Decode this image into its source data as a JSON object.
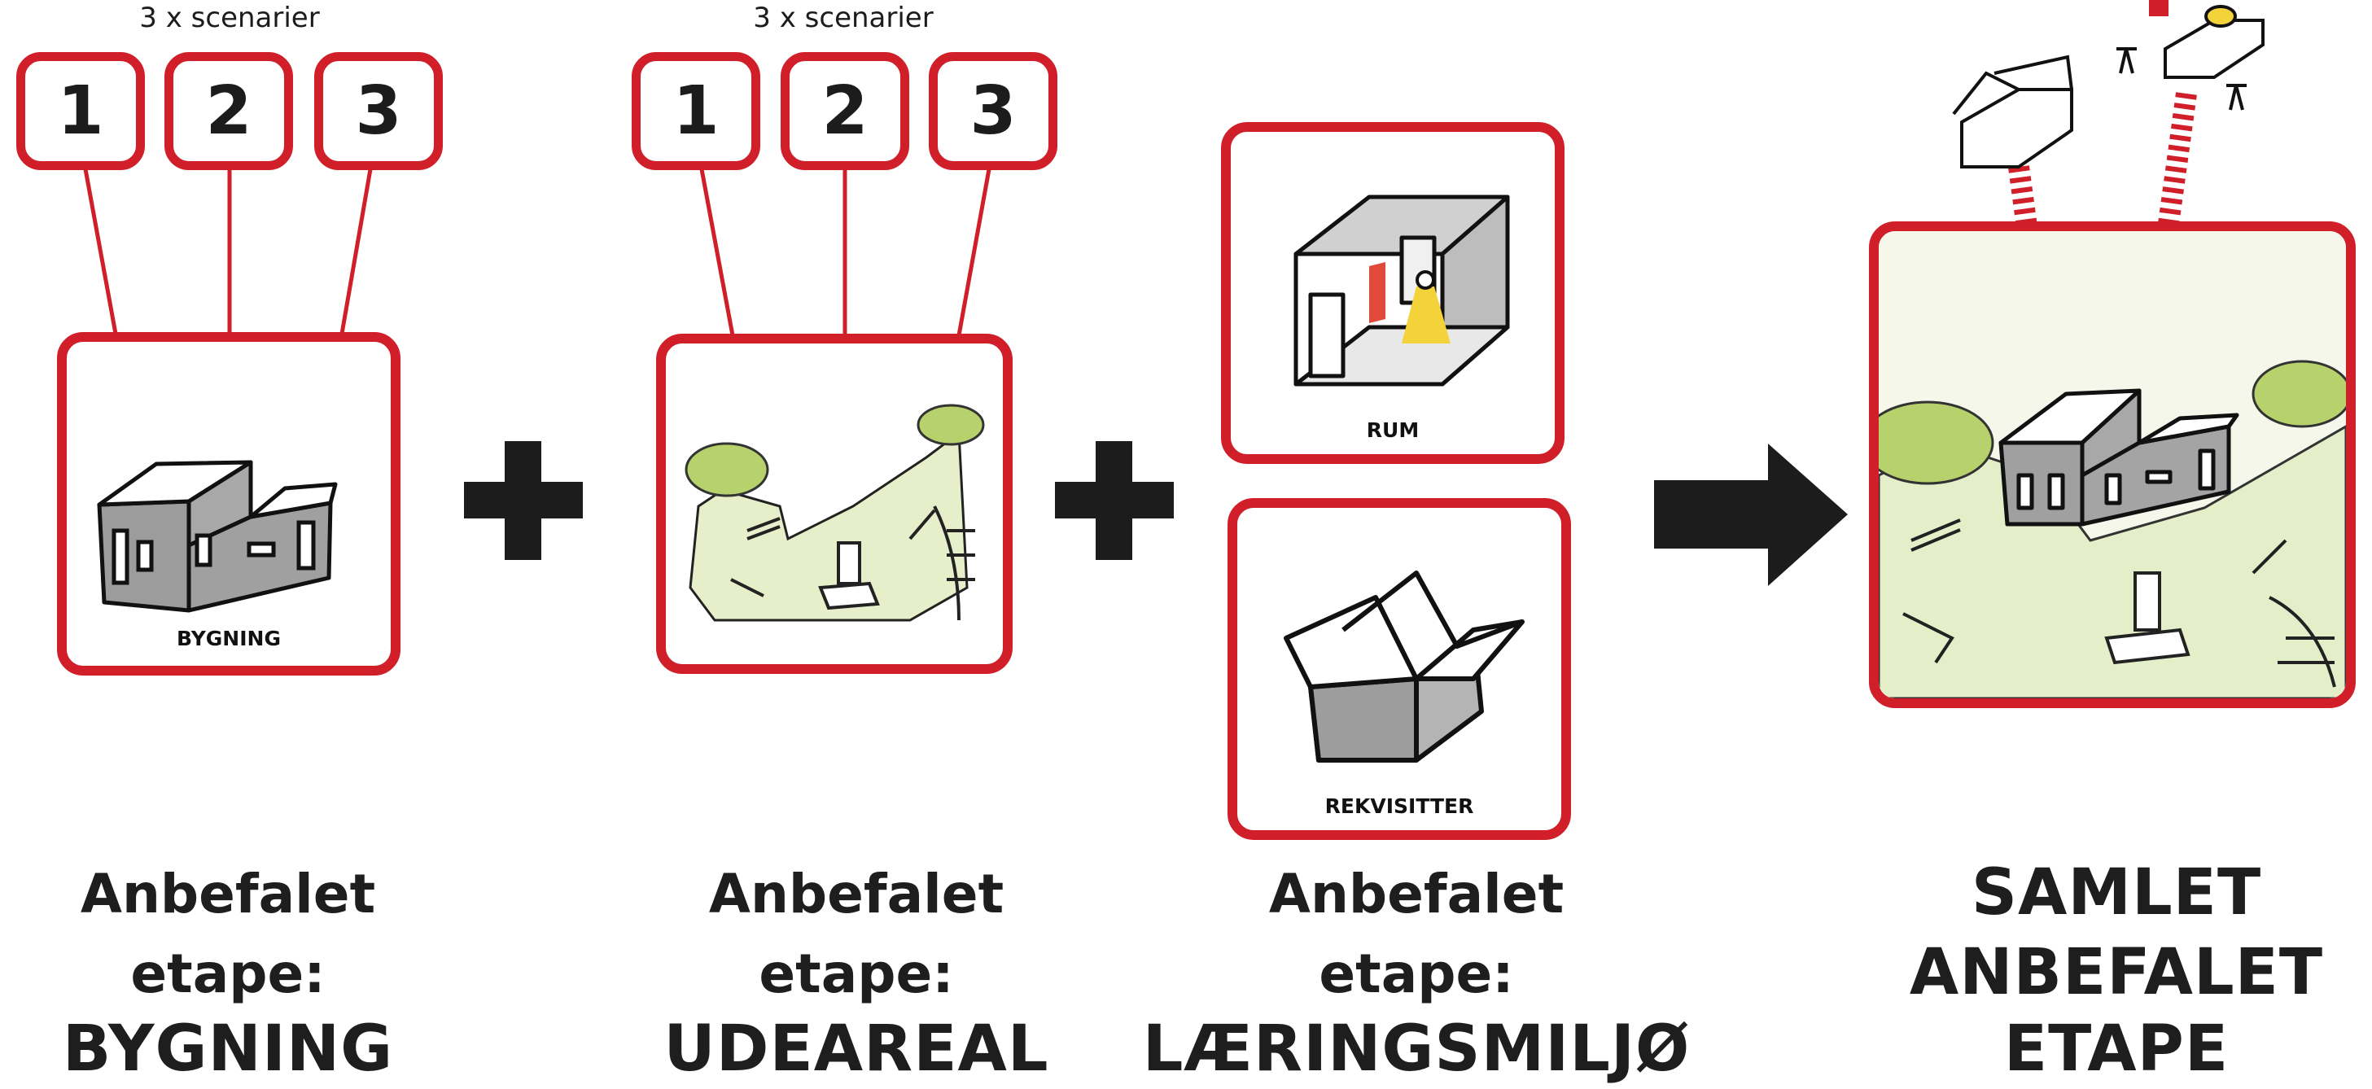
{
  "colors": {
    "accent": "#d11f2a",
    "ink": "#1c1c1c",
    "grey": "#a8a8a8",
    "green": "#b7d26c",
    "yellow": "#f3d23a"
  },
  "groups": [
    {
      "scenarios_label": "3 x scenarier",
      "numbers": [
        "1",
        "2",
        "3"
      ],
      "card_caption": "BYGNING",
      "heading_line1": "Anbefalet",
      "heading_line2": "etape:",
      "heading_line3": "BYGNING"
    },
    {
      "scenarios_label": "3 x scenarier",
      "numbers": [
        "1",
        "2",
        "3"
      ],
      "heading_line1": "Anbefalet",
      "heading_line2": "etape:",
      "heading_line3": "UDEAREAL"
    },
    {
      "card_captions": [
        "RUM",
        "REKVISITTER"
      ],
      "heading_line1": "Anbefalet",
      "heading_line2": "etape:",
      "heading_line3": "LÆRINGSMILJØ"
    },
    {
      "heading_line1": "SAMLET",
      "heading_line2": "ANBEFALET",
      "heading_line3": "ETAPE"
    }
  ],
  "icons": [
    "plus-icon",
    "plus-icon",
    "arrow-right-icon"
  ]
}
